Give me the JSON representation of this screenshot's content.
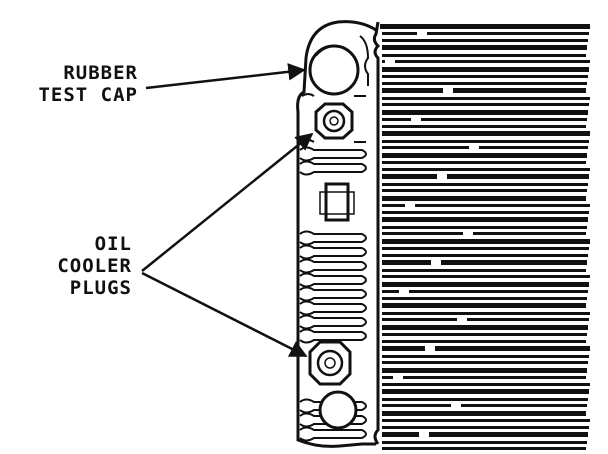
{
  "diagram": {
    "callouts": {
      "rubber_test_cap": {
        "line1": "RUBBER",
        "line2": "TEST CAP"
      },
      "oil_cooler_plugs": {
        "line1": "OIL",
        "line2": "COOLER",
        "line3": "PLUGS"
      }
    },
    "components": [
      "rubber-test-cap",
      "oil-cooler-plug-upper",
      "oil-cooler-plug-lower",
      "radiator-tank",
      "radiator-core"
    ],
    "colors": {
      "ink": "#111111",
      "paper": "#ffffff"
    }
  }
}
